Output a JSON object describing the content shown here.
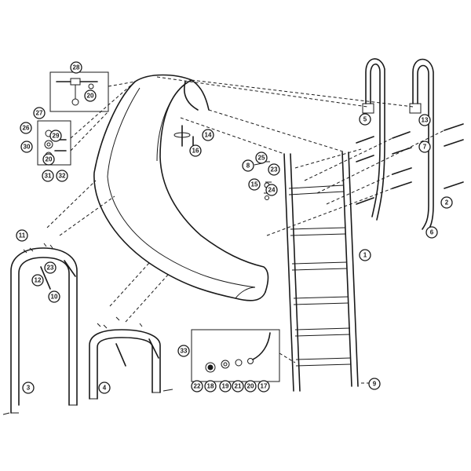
{
  "diagram": {
    "callouts": [
      "1",
      "2",
      "3",
      "4",
      "5",
      "6",
      "7",
      "8",
      "9",
      "10",
      "11",
      "12",
      "13",
      "14",
      "15",
      "16",
      "17",
      "18",
      "19",
      "20",
      "20",
      "20",
      "21",
      "22",
      "23",
      "23",
      "24",
      "25",
      "26",
      "27",
      "28",
      "29",
      "30",
      "31",
      "32",
      "33"
    ]
  }
}
